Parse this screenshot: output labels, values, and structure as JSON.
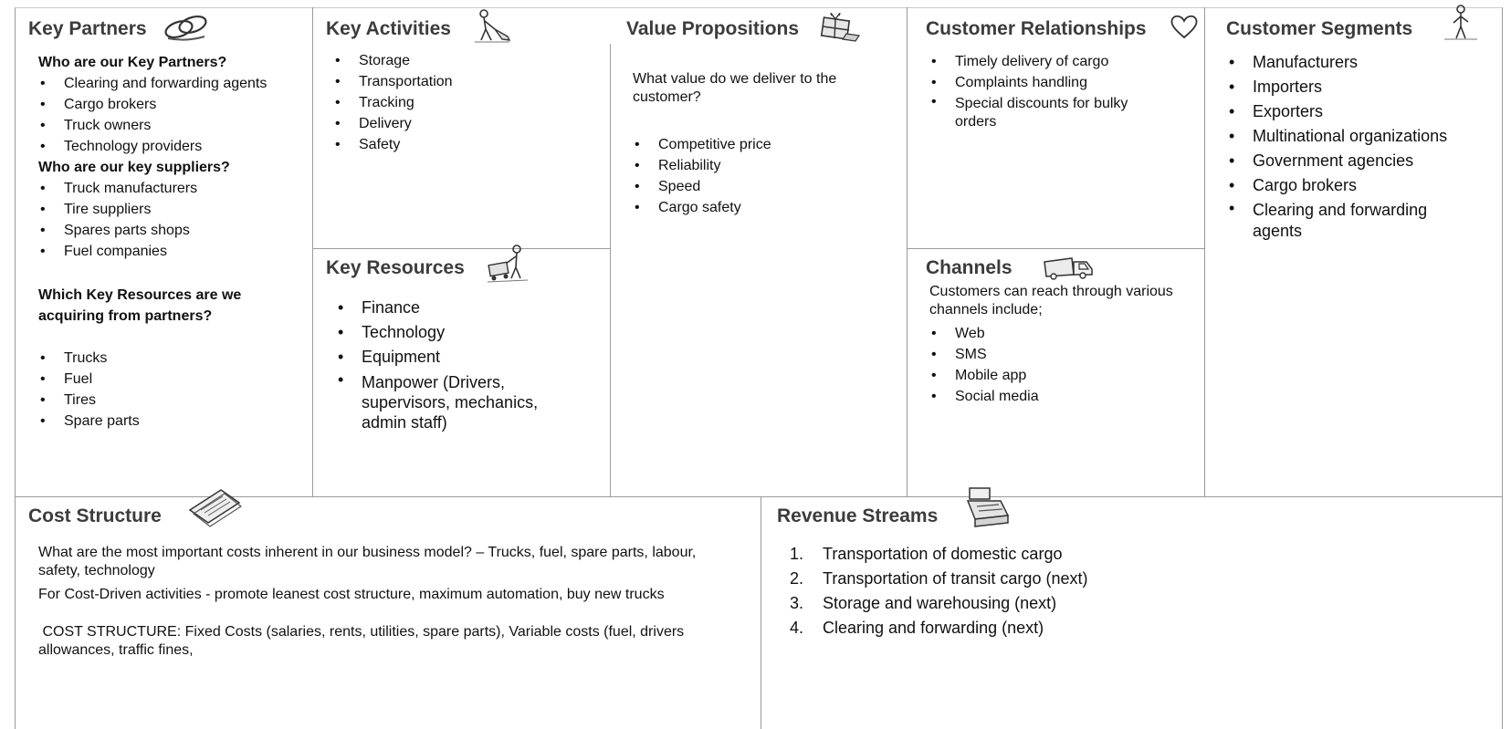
{
  "canvas": {
    "key_partners": {
      "title": "Key Partners",
      "icon": "chain-link-icon",
      "q1": "Who are our Key Partners?",
      "partners": [
        "Clearing and forwarding agents",
        "Cargo brokers",
        "Truck owners",
        "Technology providers"
      ],
      "q2": "Who are our key suppliers?",
      "suppliers": [
        "Truck manufacturers",
        "Tire suppliers",
        "Spares parts shops",
        "Fuel companies"
      ],
      "q3": "Which Key Resources are we acquiring from partners?",
      "resources": [
        "Trucks",
        "Fuel",
        "Tires",
        "Spare parts"
      ]
    },
    "key_activities": {
      "title": "Key Activities",
      "icon": "person-sweeping-icon",
      "items": [
        "Storage",
        "Transportation",
        "Tracking",
        "Delivery",
        "Safety"
      ]
    },
    "key_resources": {
      "title": "Key Resources",
      "icon": "worker-with-cart-icon",
      "items": [
        "Finance",
        "Technology",
        "Equipment",
        "Manpower (Drivers, supervisors, mechanics, admin staff)"
      ]
    },
    "value_propositions": {
      "title": "Value Propositions",
      "icon": "gift-box-icon",
      "question": "What value do we deliver to the customer?",
      "items": [
        "Competitive price",
        "Reliability",
        "Speed",
        "Cargo safety"
      ]
    },
    "customer_relationships": {
      "title": "Customer Relationships",
      "icon": "heart-icon",
      "items": [
        "Timely delivery of cargo",
        "Complaints handling",
        "Special discounts for bulky orders"
      ]
    },
    "channels": {
      "title": "Channels",
      "icon": "delivery-truck-icon",
      "intro": "Customers can reach through various channels include;",
      "items": [
        "Web",
        "SMS",
        "Mobile app",
        "Social media"
      ]
    },
    "customer_segments": {
      "title": "Customer Segments",
      "icon": "standing-person-icon",
      "items": [
        "Manufacturers",
        "Importers",
        "Exporters",
        "Multinational organizations",
        "Government agencies",
        "Cargo brokers",
        "Clearing and forwarding agents"
      ]
    },
    "cost_structure": {
      "title": "Cost Structure",
      "icon": "papers-stack-icon",
      "p1": "What are the most important costs inherent in our business model? – Trucks, fuel, spare parts, labour, safety, technology",
      "p2": "For Cost-Driven activities - promote leanest cost structure, maximum automation, buy new trucks",
      "p3": " COST STRUCTURE: Fixed Costs (salaries, rents, utilities, spare parts), Variable costs (fuel, drivers allowances, traffic fines,"
    },
    "revenue_streams": {
      "title": "Revenue Streams",
      "icon": "cash-register-icon",
      "items": [
        {
          "num": "1.",
          "text": "Transportation of domestic cargo"
        },
        {
          "num": "2.",
          "text": "Transportation of transit cargo (next)"
        },
        {
          "num": "3.",
          "text": "Storage and warehousing (next)"
        },
        {
          "num": "4.",
          "text": "Clearing and forwarding (next)"
        }
      ]
    }
  }
}
